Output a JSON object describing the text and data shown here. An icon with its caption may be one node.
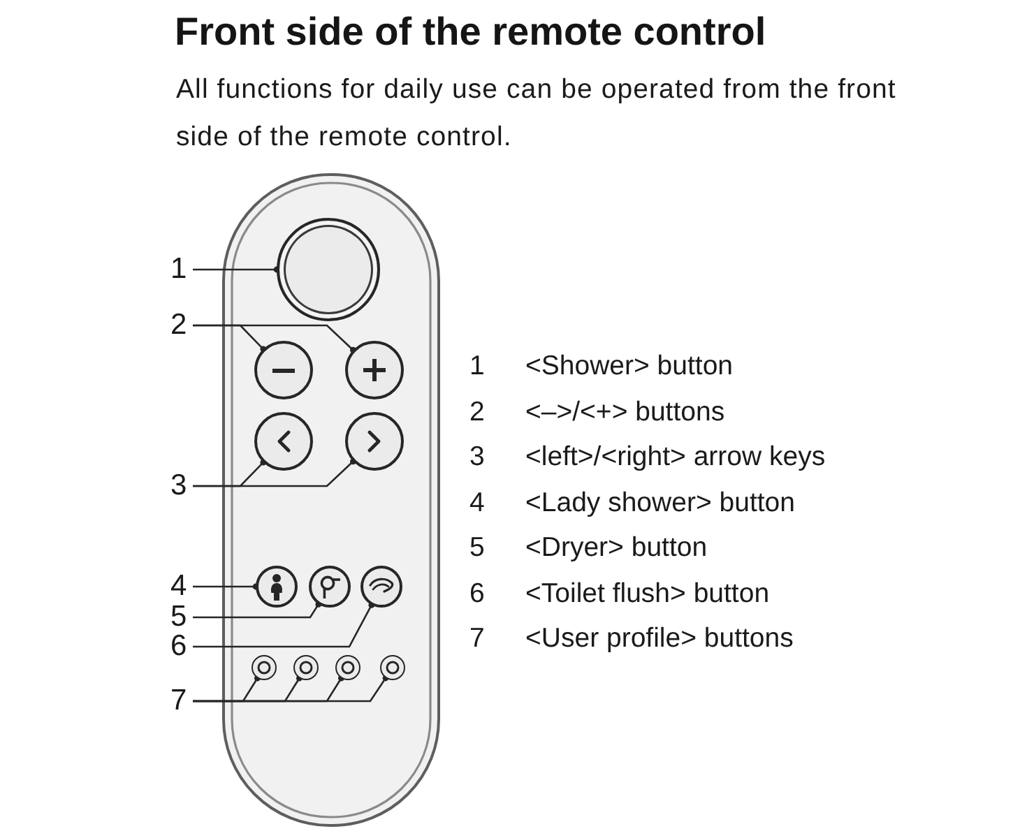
{
  "diagram": {
    "title": "Front side of the remote control",
    "nodes": [
      {
        "text": [
          "1"
        ]
      },
      {
        "text": [
          "2"
        ]
      },
      {
        "text": [
          "3"
        ]
      },
      {
        "text": [
          "4"
        ]
      },
      {
        "text": [
          "5"
        ]
      },
      {
        "text": [
          "6"
        ]
      },
      {
        "text": [
          "7"
        ]
      },
      {
        "text": [],
        "shape": "circle"
      },
      {
        "text": [],
        "shape": "circle"
      },
      {
        "text": [],
        "shape": "circle"
      },
      {
        "text": [],
        "shape": "circle"
      },
      {
        "text": [],
        "shape": "circle"
      },
      {
        "text": [],
        "shape": "circle"
      },
      {
        "text": [],
        "shape": "circle"
      },
      {
        "text": [],
        "shape": "circle"
      },
      {
        "text": [],
        "shape": "circle"
      },
      {
        "text": [],
        "shape": "circle"
      },
      {
        "text": [],
        "shape": "circle"
      },
      {
        "text": [],
        "shape": "circle"
      }
    ],
    "edges": [
      {
        "from": 0,
        "to": 7,
        "arrow": "other"
      },
      {
        "from": 1,
        "to": 8,
        "arrow": "other"
      },
      {
        "from": 1,
        "to": 9,
        "arrow": "other"
      },
      {
        "from": 2,
        "to": 10,
        "arrow": "other"
      },
      {
        "from": 2,
        "to": 11,
        "arrow": "other"
      },
      {
        "from": 3,
        "to": 12,
        "arrow": "other"
      },
      {
        "from": 4,
        "to": 13,
        "arrow": "other"
      },
      {
        "from": 5,
        "to": 14,
        "arrow": "other"
      },
      {
        "from": 6,
        "to": 15,
        "arrow": "other"
      },
      {
        "from": 6,
        "to": 16,
        "arrow": "other"
      },
      {
        "from": 6,
        "to": 17,
        "arrow": "other"
      },
      {
        "from": 6,
        "to": 18,
        "arrow": "other"
      }
    ],
    "labels": [
      "All functions for daily use can be operated from the front side of the remote control.",
      "1",
      "<Shower> button",
      "2",
      "<–>/<+> buttons",
      "3",
      "<left>/<right> arrow keys",
      "4",
      "<Lady shower> button",
      "5",
      "<Dryer> button",
      "6",
      "<Toilet flush> button",
      "7",
      "<User profile> buttons"
    ]
  }
}
